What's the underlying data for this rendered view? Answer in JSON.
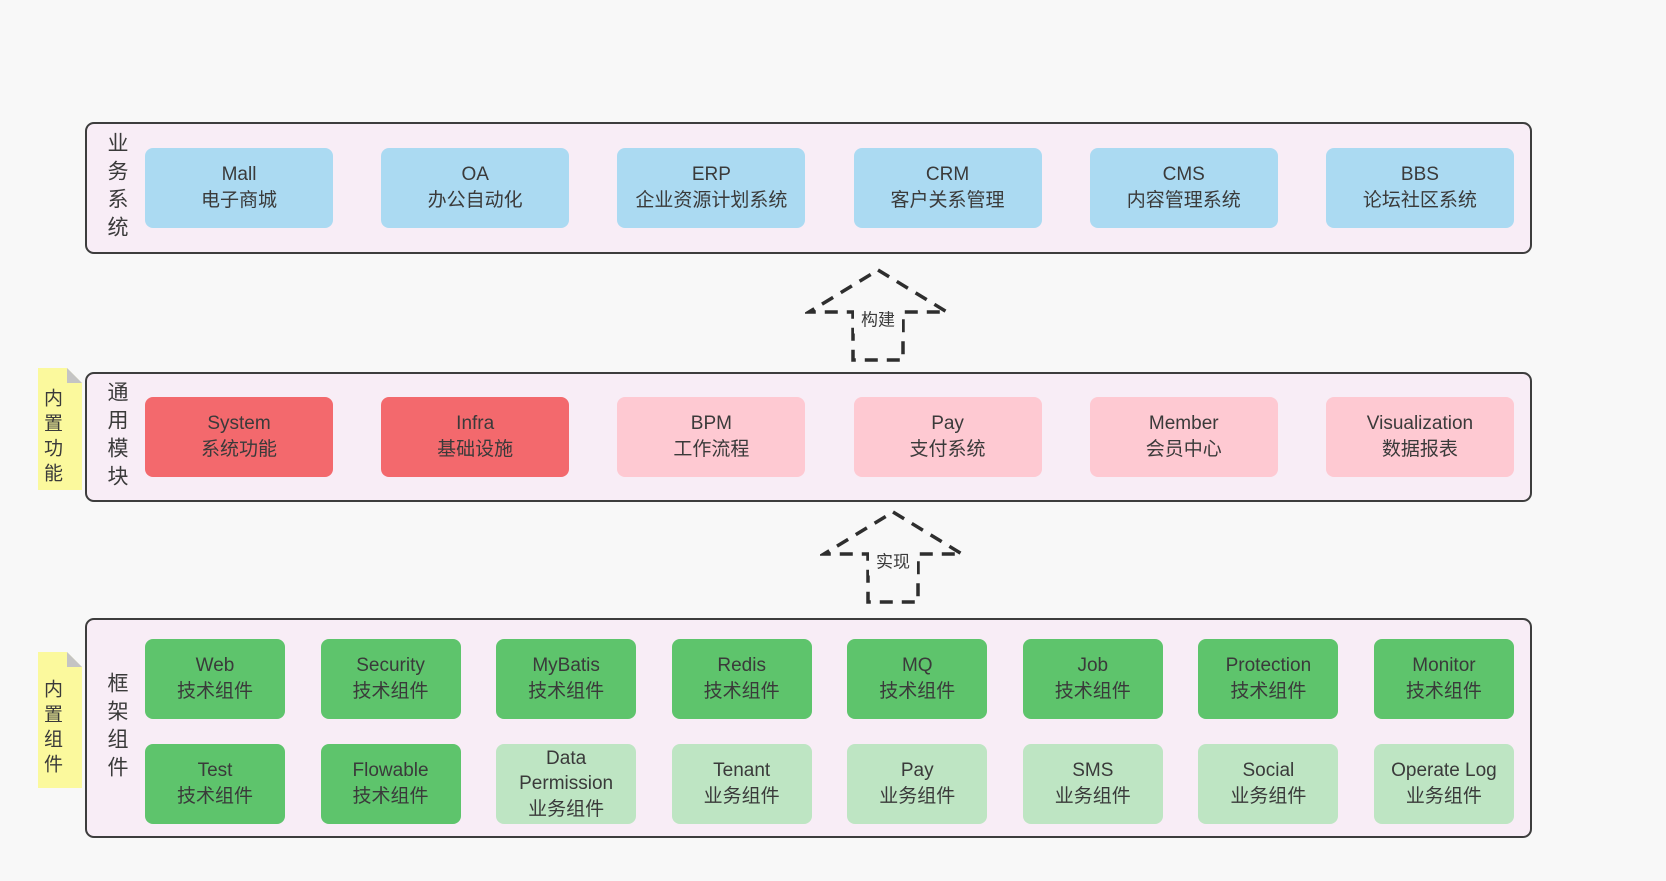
{
  "colors": {
    "page_bg": "#f8f8f8",
    "container_bg": "#f8edf6",
    "container_border": "#3d3d3d",
    "blue_box": "#abdaf2",
    "red_box": "#f3696d",
    "pink_box": "#fec9d2",
    "green_dark_box": "#5ec46c",
    "green_light_box": "#bee5c3",
    "sticky_yellow": "#fbf99d",
    "sticky_fold_gray": "#c4c4c4",
    "text": "#3a3a3a",
    "arrow_stroke": "#2e2e2e"
  },
  "business_layer": {
    "side_label": "业务系统",
    "items": [
      {
        "name": "Mall",
        "desc": "电子商城"
      },
      {
        "name": "OA",
        "desc": "办公自动化"
      },
      {
        "name": "ERP",
        "desc": "企业资源计划系统"
      },
      {
        "name": "CRM",
        "desc": "客户关系管理"
      },
      {
        "name": "CMS",
        "desc": "内容管理系统"
      },
      {
        "name": "BBS",
        "desc": "论坛社区系统"
      }
    ]
  },
  "arrow_build": {
    "label": "构建"
  },
  "module_layer": {
    "sticky_label": "内置功能",
    "side_label": "通用模块",
    "items": [
      {
        "name": "System",
        "desc": "系统功能",
        "style": "red"
      },
      {
        "name": "Infra",
        "desc": "基础设施",
        "style": "red"
      },
      {
        "name": "BPM",
        "desc": "工作流程",
        "style": "pink"
      },
      {
        "name": "Pay",
        "desc": "支付系统",
        "style": "pink"
      },
      {
        "name": "Member",
        "desc": "会员中心",
        "style": "pink"
      },
      {
        "name": "Visualization",
        "desc": "数据报表",
        "style": "pink"
      }
    ]
  },
  "arrow_implement": {
    "label": "实现"
  },
  "component_layer": {
    "sticky_label": "内置组件",
    "side_label": "框架组件",
    "row1": [
      {
        "name": "Web",
        "desc": "技术组件",
        "style": "dark"
      },
      {
        "name": "Security",
        "desc": "技术组件",
        "style": "dark"
      },
      {
        "name": "MyBatis",
        "desc": "技术组件",
        "style": "dark"
      },
      {
        "name": "Redis",
        "desc": "技术组件",
        "style": "dark"
      },
      {
        "name": "MQ",
        "desc": "技术组件",
        "style": "dark"
      },
      {
        "name": "Job",
        "desc": "技术组件",
        "style": "dark"
      },
      {
        "name": "Protection",
        "desc": "技术组件",
        "style": "dark"
      },
      {
        "name": "Monitor",
        "desc": "技术组件",
        "style": "dark"
      }
    ],
    "row2": [
      {
        "name": "Test",
        "desc": "技术组件",
        "style": "dark"
      },
      {
        "name": "Flowable",
        "desc": "技术组件",
        "style": "dark"
      },
      {
        "name": "Data Permission",
        "desc": "业务组件",
        "style": "light"
      },
      {
        "name": "Tenant",
        "desc": "业务组件",
        "style": "light"
      },
      {
        "name": "Pay",
        "desc": "业务组件",
        "style": "light"
      },
      {
        "name": "SMS",
        "desc": "业务组件",
        "style": "light"
      },
      {
        "name": "Social",
        "desc": "业务组件",
        "style": "light"
      },
      {
        "name": "Operate Log",
        "desc": "业务组件",
        "style": "light"
      }
    ]
  }
}
